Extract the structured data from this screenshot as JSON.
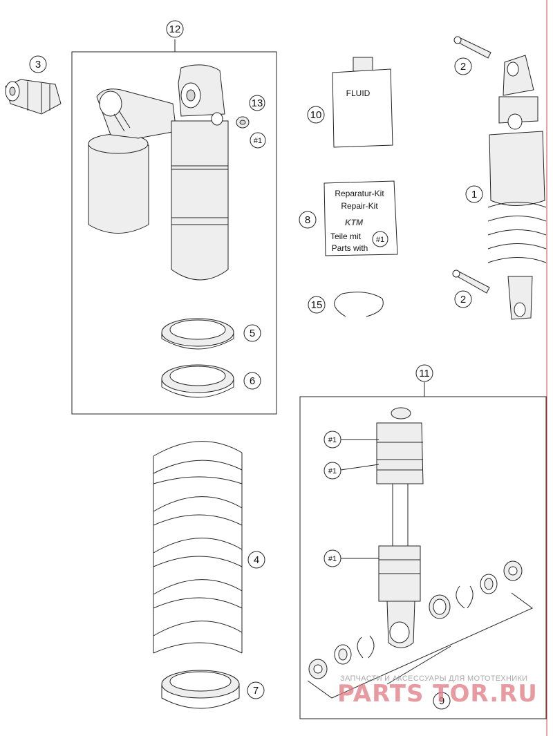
{
  "callouts": {
    "c1": "1",
    "c2a": "2",
    "c2b": "2",
    "c3": "3",
    "c4": "4",
    "c5": "5",
    "c6": "6",
    "c7": "7",
    "c8": "8",
    "c9": "9",
    "c10": "10",
    "c11": "11",
    "c12": "12",
    "c13": "13",
    "c15": "15"
  },
  "refs": {
    "r13": "#1",
    "r8": "#1",
    "r11a": "#1",
    "r11b": "#1",
    "r11c": "#1"
  },
  "fluid_label": "FLUID",
  "repair_kit": {
    "line1": "Reparatur-Kit",
    "line2": "Repair-Kit",
    "logo": "KTM",
    "line3": "Teile mit",
    "line4": "Parts with"
  },
  "watermark": {
    "tagline": "ЗАПЧАСТИ И АКСЕССУАРЫ ДЛЯ МОТОТЕХНИКИ",
    "brand": "PARTS TOR.RU"
  },
  "colors": {
    "line": "#222222",
    "part_fill": "#eeeeee",
    "watermark_brand": "#e07a82",
    "margin_line": "#e04040"
  }
}
